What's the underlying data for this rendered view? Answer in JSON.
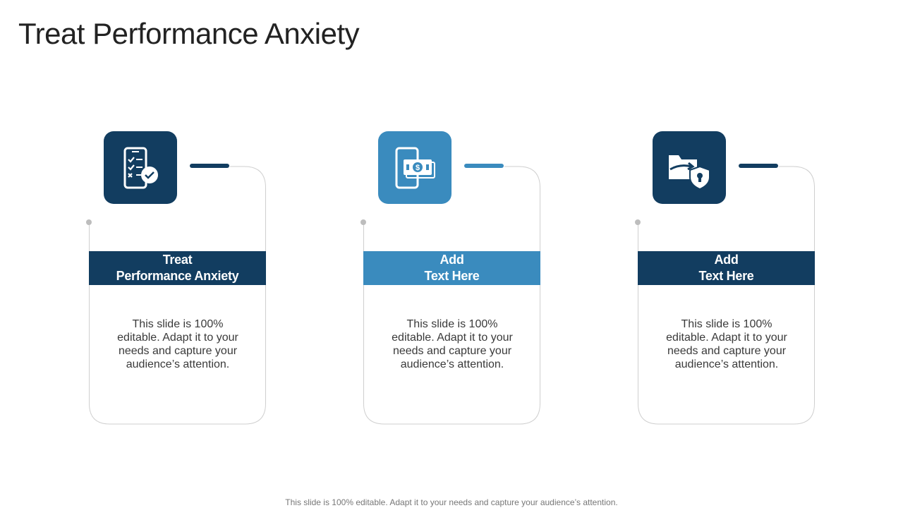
{
  "slide": {
    "title": "Treat Performance Anxiety",
    "footer": "This slide is 100% editable. Adapt it to your needs and capture your audience’s attention."
  },
  "colors": {
    "dark_blue": "#123D60",
    "light_blue": "#3A8BBE",
    "outline_gray": "#cfcfcf"
  },
  "cards": [
    {
      "icon": "mobile-checklist-icon",
      "header_line1": "Treat",
      "header_line2": "Performance Anxiety",
      "body": "This slide is 100% editable. Adapt it to your needs and capture your audience’s attention.",
      "theme": "dark"
    },
    {
      "icon": "mobile-payment-icon",
      "header_line1": "Add",
      "header_line2": "Text Here",
      "body": "This slide is 100% editable. Adapt it to your needs and capture your audience’s attention.",
      "theme": "light"
    },
    {
      "icon": "folder-security-icon",
      "header_line1": "Add",
      "header_line2": "Text Here",
      "body": "This slide is 100% editable. Adapt it to your needs and capture your audience’s attention.",
      "theme": "dark"
    }
  ]
}
